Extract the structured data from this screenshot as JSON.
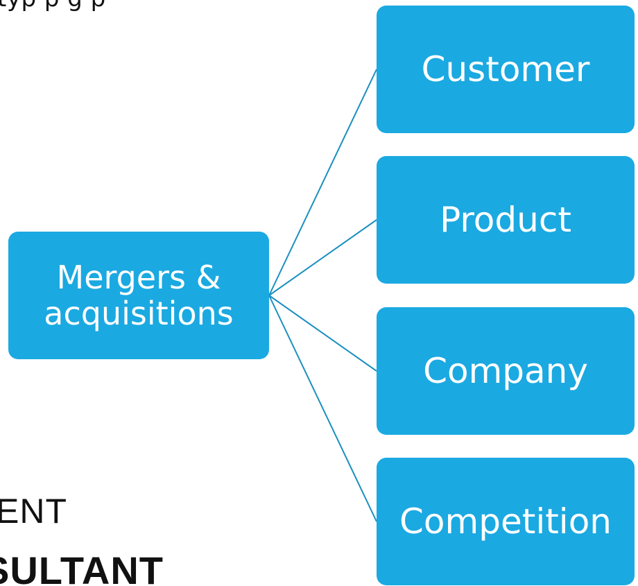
{
  "header": {
    "partial_text": "typ p          g     p"
  },
  "diagram": {
    "root": {
      "label": "Mergers &\nacquisitions"
    },
    "children": [
      {
        "label": "Customer"
      },
      {
        "label": "Product"
      },
      {
        "label": "Company"
      },
      {
        "label": "Competition"
      }
    ],
    "colors": {
      "node_fill": "#1ba9e1",
      "node_text": "#ffffff",
      "connector": "#1a8fbf"
    }
  },
  "logo": {
    "line1": "ENT",
    "line2": "SULTANT"
  }
}
